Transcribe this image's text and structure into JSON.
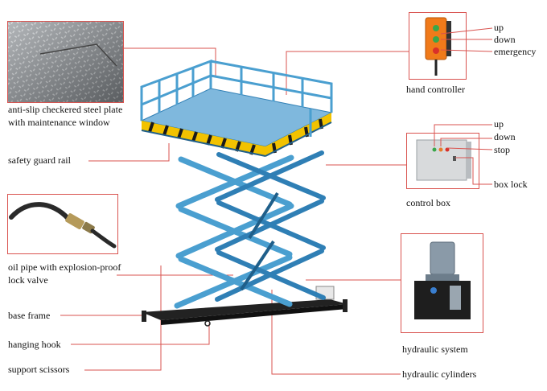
{
  "labels": {
    "plate_line1": "anti-slip checkered steel plate",
    "plate_line2": "with maintenance window",
    "guard_rail": "safety guard rail",
    "oil_pipe_line1": "oil pipe with explosion-proof",
    "oil_pipe_line2": "lock valve",
    "base_frame": "base frame",
    "hanging_hook": "hanging hook",
    "support_scissors": "support scissors",
    "hand_controller": "hand controller",
    "hc_up": "up",
    "hc_down": "down",
    "hc_emergency": "emergency",
    "control_box": "control box",
    "cb_up": "up",
    "cb_down": "down",
    "cb_stop": "stop",
    "cb_box_lock": "box lock",
    "hydraulic_system": "hydraulic system",
    "hydraulic_cylinders": "hydraulic cylinders"
  },
  "colors": {
    "leader_line": "#d9534f",
    "frame_blue": "#4a9fd0",
    "frame_dark": "#1f5f8a",
    "stripe_yellow": "#f2c200",
    "stripe_black": "#1a1a1a",
    "base_black": "#222222",
    "controller_orange": "#f07a1a"
  }
}
